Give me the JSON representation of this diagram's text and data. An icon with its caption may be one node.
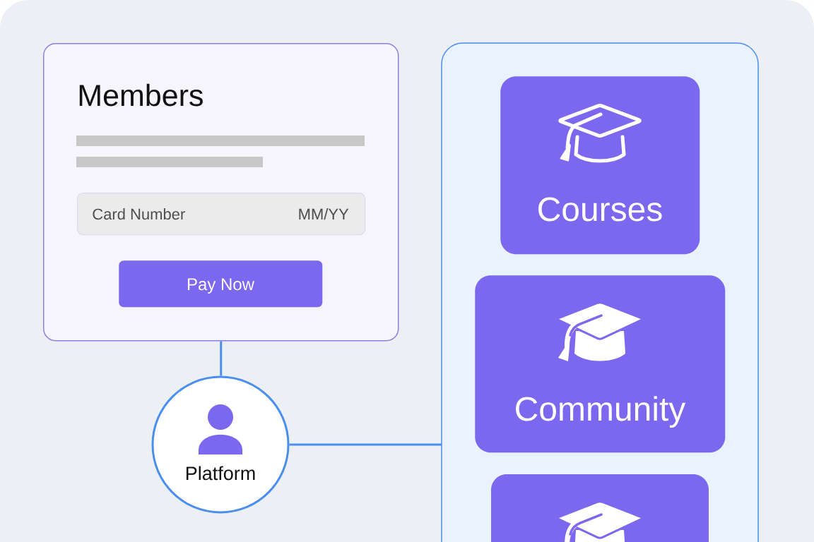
{
  "diagram": {
    "nodes": [
      {
        "text": [
          "Members"
        ]
      },
      {
        "text": [
          "Card Number",
          "MM/YY"
        ],
        "in": 0
      },
      {
        "text": [
          "Pay Now"
        ],
        "in": 0
      },
      {
        "text": [
          "Platform"
        ]
      },
      {
        "text": [],
        "shape": "box"
      },
      {
        "text": [
          "Courses"
        ],
        "in": 4
      },
      {
        "text": [
          "Community"
        ],
        "in": 4
      },
      {
        "text": [],
        "shape": "box",
        "in": 4
      }
    ],
    "edges": [
      {
        "from": 0,
        "to": 3,
        "arrow": "none"
      },
      {
        "from": 3,
        "to": 4,
        "arrow": "none"
      }
    ]
  }
}
